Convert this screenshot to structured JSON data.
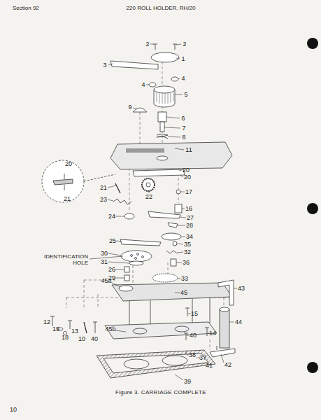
{
  "diagram": {
    "title": "220 ROLL HOLDER, RH/20",
    "caption": "Figure 3. CARRIAGE COMPLETE",
    "labels": [
      "Section 92",
      "2",
      "2",
      "1",
      "3",
      "4",
      "4",
      "5",
      "9",
      "6",
      "7",
      "8",
      "11",
      "20",
      "21",
      "20",
      "20",
      "21",
      "22",
      "17",
      "23",
      "16",
      "27",
      "24",
      "28",
      "34",
      "25",
      "35",
      "32",
      "IDENTIFICATION HOLE",
      "30",
      "31",
      "36",
      "26",
      "29",
      "33",
      "45a",
      "45",
      "43",
      "15",
      "14",
      "44",
      "12",
      "19",
      "13",
      "18",
      "10",
      "40",
      "45b",
      "40",
      "38",
      "37",
      "41",
      "42",
      "39",
      "10"
    ]
  }
}
